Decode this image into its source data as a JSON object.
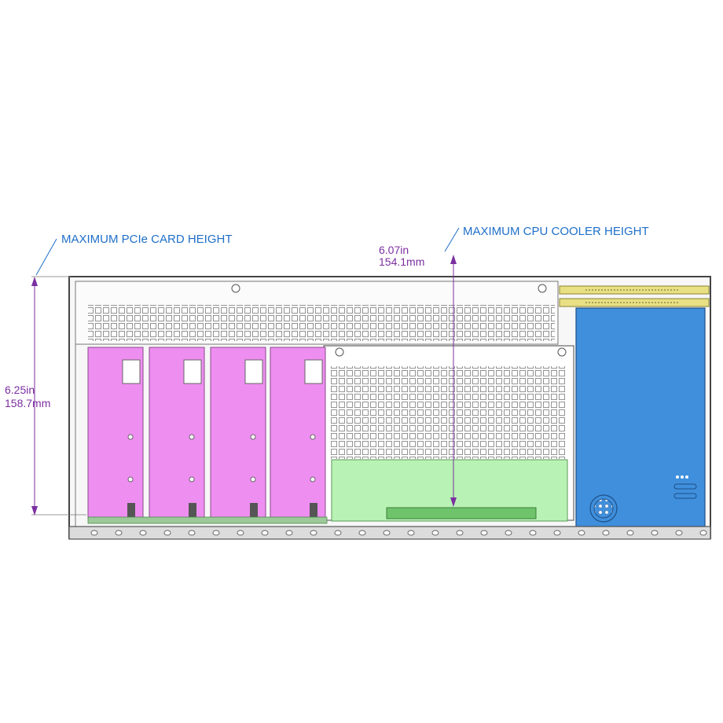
{
  "labels": {
    "pcie_title": "MAXIMUM PCIe CARD HEIGHT",
    "cpu_title": "MAXIMUM CPU COOLER HEIGHT"
  },
  "dimensions": {
    "pcie_in": "6.25in",
    "pcie_mm": "158.7mm",
    "cpu_in": "6.07in",
    "cpu_mm": "154.1mm"
  },
  "colors": {
    "callout_blue": "#1f6fc8",
    "dimension_purple": "#7b2fa0",
    "pcie_card": "#ee8ef0",
    "cpu_cooler": "#b9f2b5",
    "psu": "#3f8fdc",
    "rail": "#e8e083",
    "chassis_line": "#555555"
  }
}
